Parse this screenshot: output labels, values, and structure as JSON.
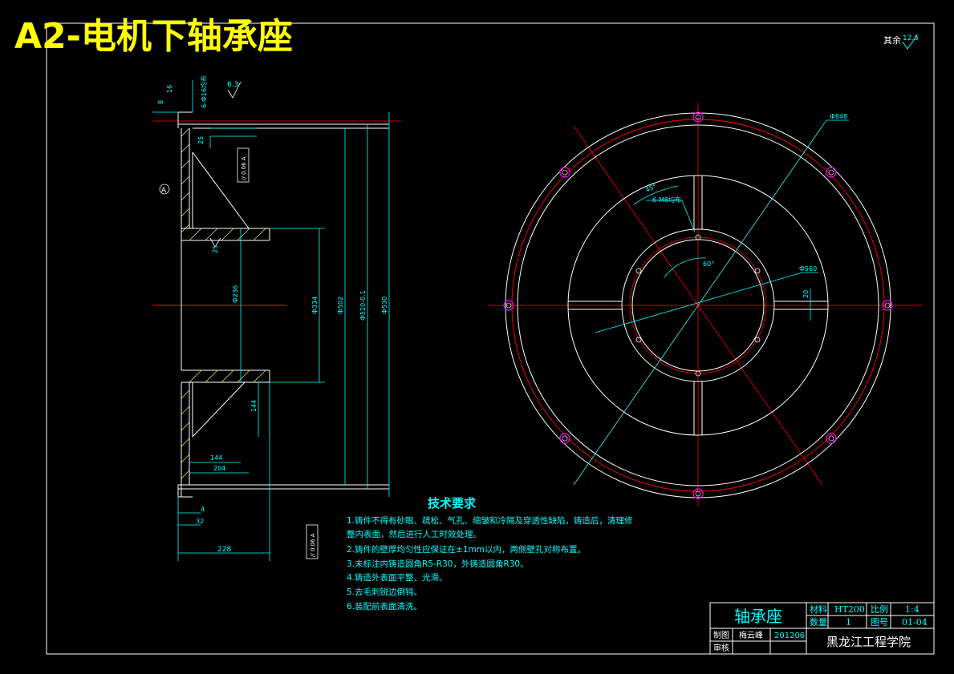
{
  "title": "A2-电机下轴承座",
  "roughness_note": "其余",
  "roughness_value": "12.5",
  "section_view": {
    "dim_top_small": "16",
    "dim_top_left": "8",
    "dim_holes": "6-Ф16均布",
    "rough_top": "6.3",
    "rough_mid": "25",
    "rough_lower": "25",
    "datum": "A",
    "tol_frame_1": "// 0.06 A",
    "tol_frame_2": "// 0.06 A",
    "dim_d236": "Ф236",
    "dim_d334": "Ф334",
    "dim_d502": "Ф502",
    "dim_d520": "Ф520-0.1",
    "dim_d530": "Ф530",
    "dim_144_v": "144",
    "dim_144_h": "144",
    "dim_204": "204",
    "dim_4": "4",
    "dim_32": "32",
    "dim_228": "228"
  },
  "plan_view": {
    "dim_d848": "Ф848",
    "dim_45": "45°",
    "dim_holes": "6-M8均布",
    "dim_60": "60°",
    "dim_d560": "Ф560",
    "dim_20": "20"
  },
  "tech_req": {
    "heading": "技术要求",
    "items": [
      "1.铸件不得有砂眼、疏松、气孔、缩皱和冷隔及穿透性缺陷，铸造后，清理修",
      "整内表面，然后进行人工时效处理。",
      "2.铸件的壁厚均匀性应保证在±1mm以内，两侧壁孔对称布置。",
      "3.未标注内铸造圆角R5-R30，外铸造圆角R30。",
      "4.铸造外表面平整、光滑。",
      "5.去毛刺锐边倒钝。",
      "6.装配前表面清洗。"
    ]
  },
  "title_block": {
    "part_name": "轴承座",
    "material_label": "材料",
    "material_value": "HT200",
    "scale_label": "比例",
    "scale_value": "1:4",
    "qty_label": "数量",
    "qty_value": "1",
    "drawing_no_label": "图号",
    "drawing_no_value": "01-04",
    "drawn_label": "制图",
    "drawn_name": "梅云峰",
    "drawn_date": "201206",
    "checked_label": "审核",
    "school": "黑龙江工程学院"
  }
}
